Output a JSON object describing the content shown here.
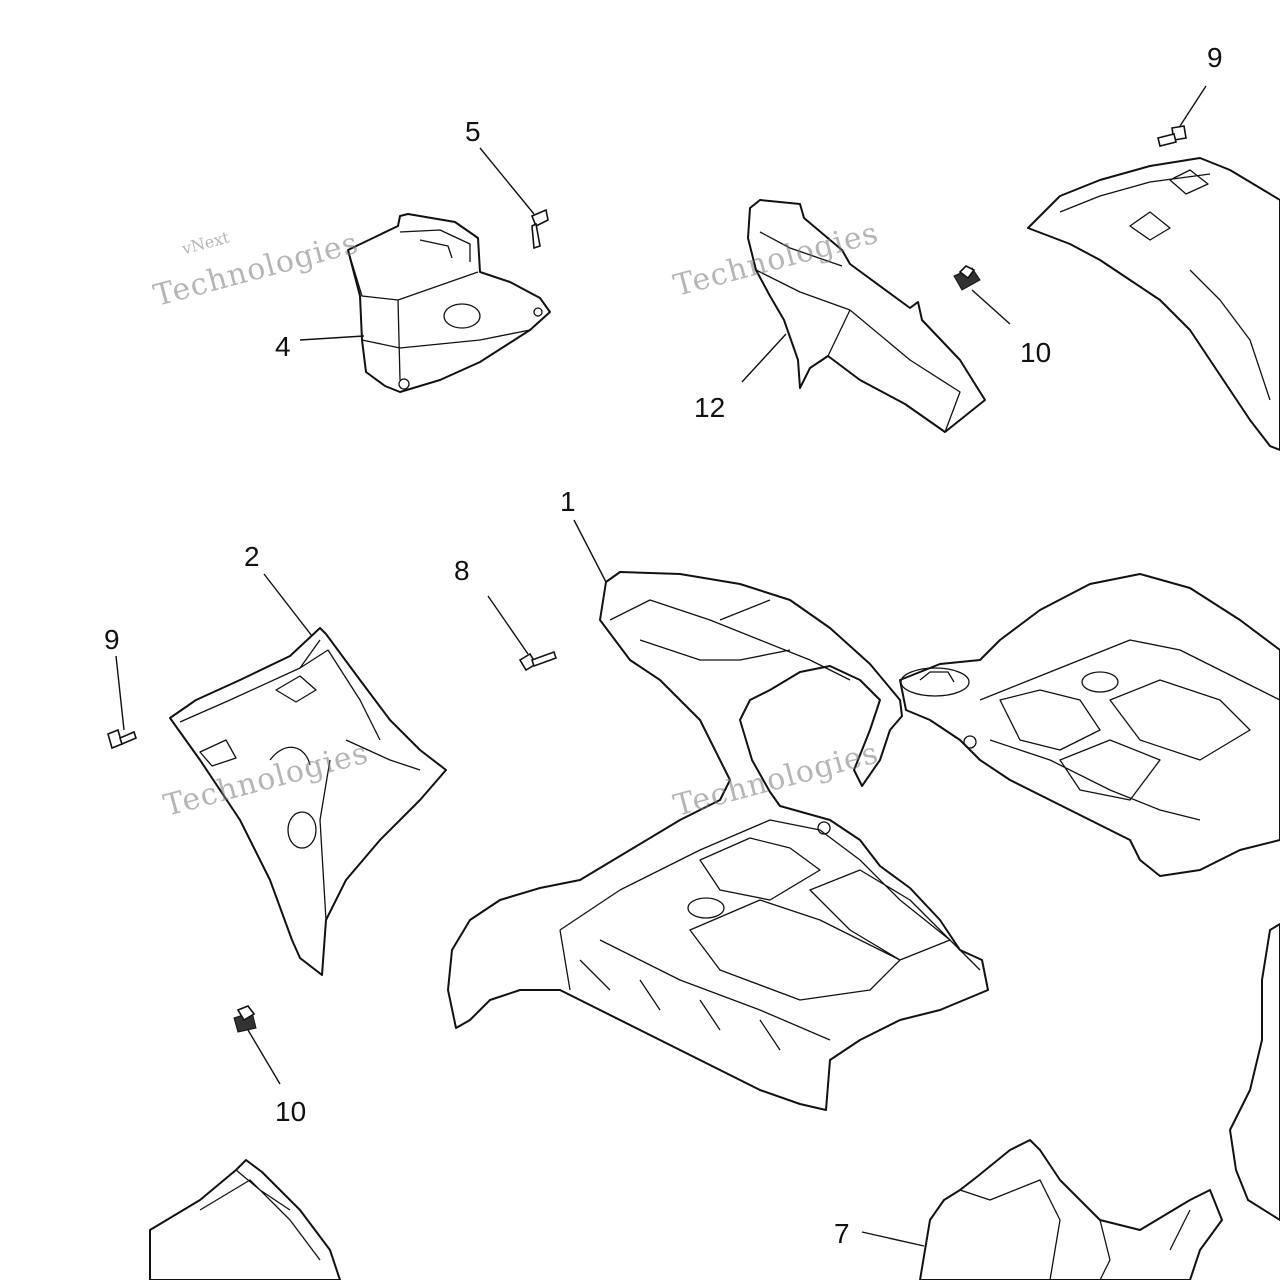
{
  "diagram": {
    "watermark": {
      "line1": "vNext",
      "line2": "vNext Technologies",
      "line3": "Technologies"
    },
    "callouts": [
      {
        "id": "c1",
        "label": "1"
      },
      {
        "id": "c2",
        "label": "2"
      },
      {
        "id": "c4",
        "label": "4"
      },
      {
        "id": "c5",
        "label": "5"
      },
      {
        "id": "c7",
        "label": "7"
      },
      {
        "id": "c8",
        "label": "8"
      },
      {
        "id": "c9a",
        "label": "9"
      },
      {
        "id": "c9b",
        "label": "9"
      },
      {
        "id": "c10a",
        "label": "10"
      },
      {
        "id": "c10b",
        "label": "10"
      },
      {
        "id": "c12",
        "label": "12"
      }
    ]
  }
}
